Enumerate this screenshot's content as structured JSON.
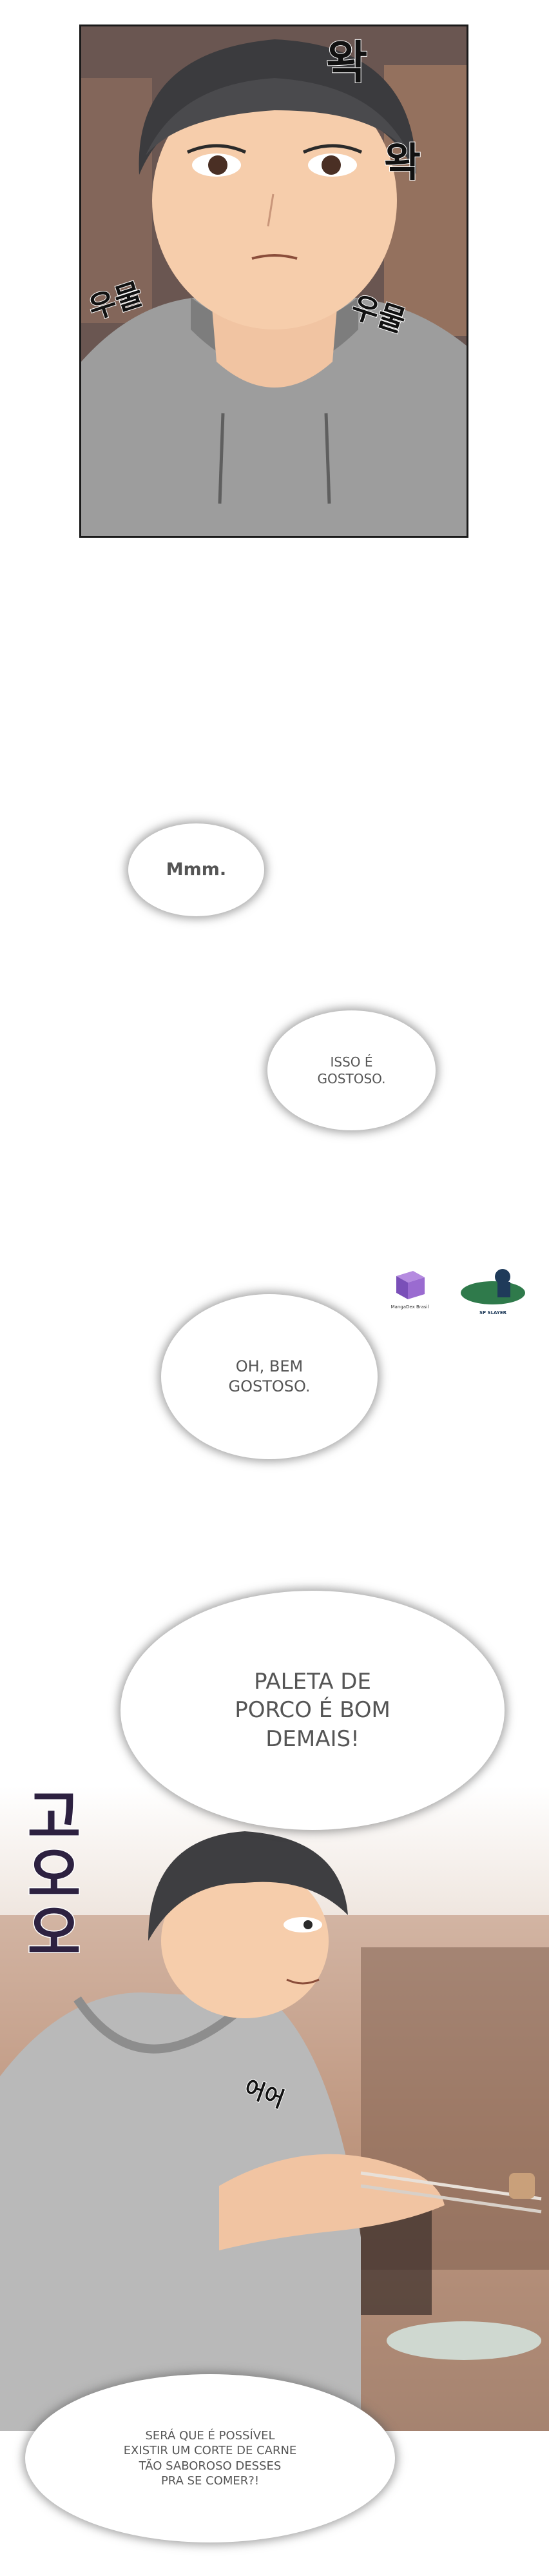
{
  "panel_top": {
    "sfx_top_right_1": "왁",
    "sfx_top_right_2": "왁",
    "sfx_left": "우물",
    "sfx_right": "우물"
  },
  "bubbles": {
    "mmm": "Mmm.",
    "isso_e_gostoso": "ISSO É\nGOSTOSO.",
    "oh_bem_gostoso": "OH, BEM\nGOSTOSO.",
    "paleta_de_porco": "PALETA DE\nPORCO É BOM\nDEMAIS!",
    "sera_que": "SERÁ QUE É POSSÍVEL\nEXISTIR UM CORTE DE CARNE\nTÃO SABOROSO DESSES\nPRA SE COMER?!"
  },
  "watermarks": {
    "left_caption": "MangaDex Brasil",
    "right_caption": "SP SLAYER"
  },
  "panel_bottom": {
    "sfx_left": "고오오",
    "sfx_center": "어어"
  },
  "colors": {
    "bubble_shadow": "#5a5a5a",
    "bubble_text": "#555555",
    "sfx_purple": "#2d2140",
    "hoodie_gray": "#b9b9b9"
  }
}
